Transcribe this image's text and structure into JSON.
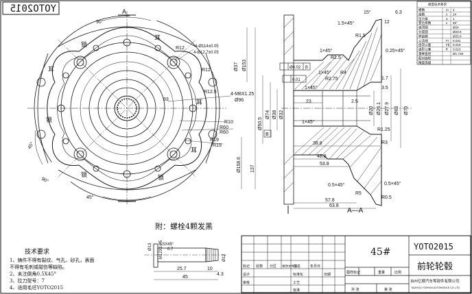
{
  "stamp_code": "YOTO2015",
  "view_label_a_top": "A",
  "view_label_section": "A—A",
  "roughness_corner": "6.3",
  "front_view": {
    "angle_top": "90°",
    "angle_left_top": "45°",
    "angle_left_bottom": "45°",
    "angle_bottom": "90°",
    "radii": [
      "R12",
      "R12",
      "R12.5",
      "R10",
      "R60",
      "R60",
      "R19",
      "R19"
    ],
    "holes_note_1": "4-Ø114±0.05",
    "holes_note_2": "4-Ø12.7±0.05",
    "thread_note": "4-M8X1.25",
    "pcd": "Ø96",
    "inner_dim": "93",
    "cast_chars": [
      "锁",
      "耳",
      "耳",
      "耳",
      "锁",
      "耳",
      "锁",
      "锁"
    ]
  },
  "section_view": {
    "chamfer_1": "1×45°",
    "chamfer_2": "1×45°",
    "chamfer_3": "1×45°",
    "chamfer_4": "1×45°",
    "chamfer_5": "1.5×45°",
    "chamfer_6": "0.25×45°",
    "chamfer_7": "0.5×45°",
    "chamfer_8": "0.5×45°",
    "r15": "R1.5",
    "r25": "R2.5",
    "r4": "R4",
    "r275": "R2.75",
    "r125": "R1.25",
    "r3": "R3",
    "r05": "R0.5",
    "r5": "R5",
    "dims_h": [
      "23",
      "2.5",
      "38.8",
      "48.8",
      "53.8",
      "57.8",
      "63.8",
      "3.5",
      "1.7",
      "12"
    ],
    "dims_v": [
      "Ø153",
      "Ø37",
      "Ø158.6",
      "137",
      "Ø50.5",
      "Ø20",
      "Ø27.9",
      "Ø26.1",
      "Ø63",
      "Ø70",
      "Ø74",
      "Ø38",
      "Ø32"
    ],
    "tol_1": "Ø0.02",
    "tol_1_ref": "B",
    "tol_2": "0.01",
    "datum": "B",
    "angle": "15°"
  },
  "property_table": {
    "title": "硬度技术要求",
    "rows": [
      {
        "k": "模数",
        "s": "m",
        "v": "2"
      },
      {
        "k": "齿数",
        "s": "z",
        "v": "24"
      },
      {
        "k": "压力角",
        "s": "α",
        "v": "1"
      },
      {
        "k": "变位系数",
        "s": "x",
        "v": "45°"
      },
      {
        "k": "齿顶圆",
        "s": "",
        "v": "Ø24"
      },
      {
        "k": "分度圆",
        "s": "",
        "v": "Ø23.6"
      },
      {
        "k": "跨齿数",
        "s": "",
        "v": "Ø25.6"
      },
      {
        "k": "公法线",
        "s": "Fr",
        "v": "0.031"
      },
      {
        "k": "齿向公差",
        "s": "Fβ",
        "v": "0.019"
      },
      {
        "k": "齿形公差",
        "s": "ff",
        "v": "0.010"
      },
      {
        "k": "量棒直径",
        "s": "",
        "v": "Ø1.728"
      },
      {
        "k": "配对齿轮",
        "s": "",
        "v": ""
      },
      {
        "k": "精度等级",
        "s": "",
        "v": ""
      }
    ]
  },
  "bolt_note": "附：螺栓4颗发黑",
  "bolt_dims": [
    "1.5X45°",
    "0.7",
    "M12X1.25",
    "Ø13",
    "Ø12",
    "25.7",
    "45",
    "10",
    "4.3"
  ],
  "tech_req": {
    "title": "技术要求",
    "lines": [
      "1、铸件不得有裂纹、气孔、砂孔，表面",
      "不得有毛刺或碰伤等缺陷。",
      "2、未注倒角0.5X45°",
      "3、拉刀型号：7",
      "4、适用毛坯YOTO2015"
    ]
  },
  "title_block": {
    "material": "45#",
    "drawing_no": "YOTO2015",
    "part_name": "前轮轮毂",
    "company_cn": "台州亿顺汽车零部件有限公司",
    "company_en": "TAIZHOU YOSHUN AUTOMOBILE CO.,LTD",
    "headers": [
      "标记",
      "处数",
      "分区",
      "更改文件号",
      "签名",
      "年月日"
    ],
    "left_rows": [
      "设计",
      "审核",
      "工艺",
      "批准"
    ],
    "mid_labels": [
      "标准化",
      "日期"
    ],
    "stage_labels": [
      "图样标记",
      "重量",
      "比例"
    ],
    "sheet_labels": [
      "共 张",
      "第 张"
    ]
  }
}
